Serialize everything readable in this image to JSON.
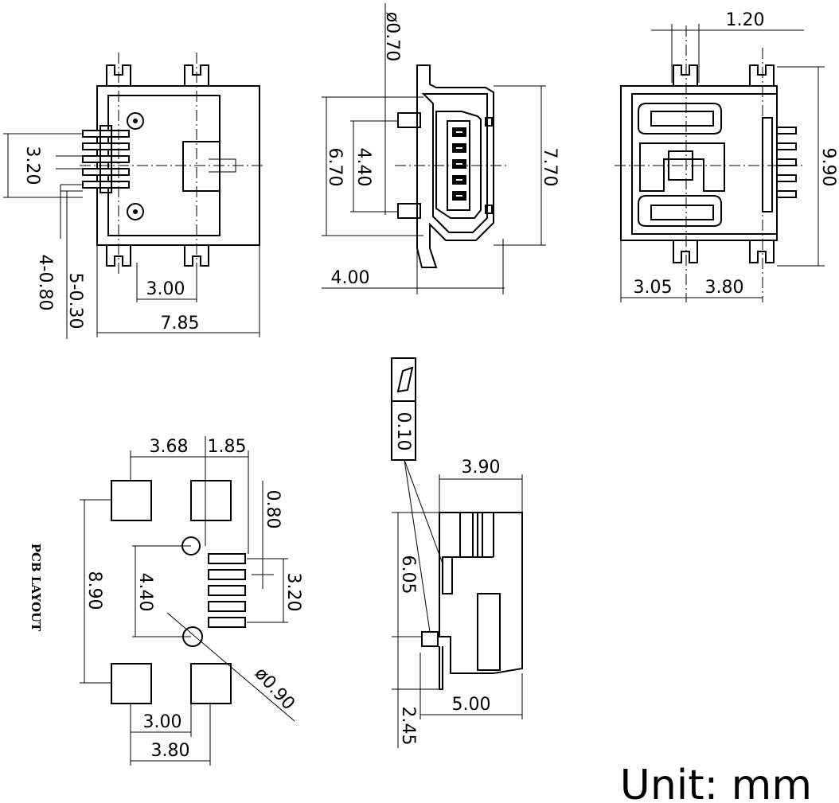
{
  "top_view": {
    "dims": [
      "ø0.70",
      "3.20",
      "4-0.80",
      "5-0.30",
      "3.00",
      "7.85"
    ]
  },
  "front_view": {
    "dims": [
      "6.70",
      "4.40",
      "7.70",
      "4.00"
    ]
  },
  "bottom_view": {
    "dims": [
      "1.20",
      "9.90",
      "3.05",
      "3.80"
    ]
  },
  "pcb_layout": {
    "title": "PCB LAYOUT",
    "dims": [
      "3.68",
      "1.85",
      "0.80",
      "8.90",
      "4.40",
      "3.20",
      "ø0.90",
      "3.00",
      "3.80"
    ]
  },
  "side_view": {
    "flatness_symbol": "▱",
    "flatness_value": "0.10",
    "dims": [
      "3.90",
      "6.05",
      "5.00",
      "2.45"
    ]
  },
  "unit_label": "Unit: mm"
}
